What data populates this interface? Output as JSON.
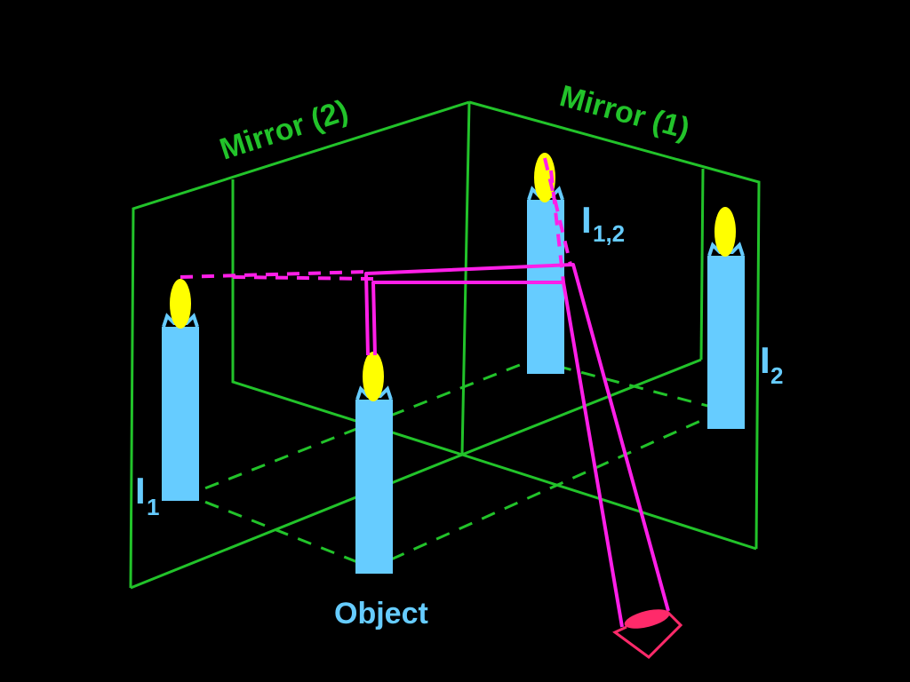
{
  "labels": {
    "mirror2": "Mirror (2)",
    "mirror1": "Mirror (1)",
    "object": "Object",
    "image1_main": "I",
    "image1_sub": "1",
    "image2_main": "I",
    "image2_sub": "2",
    "image12_main": "I",
    "image12_sub": "1,2"
  },
  "colors": {
    "background": "#000000",
    "mirror": "#22c32a",
    "candle": "#66ccff",
    "flame": "#ffff00",
    "ray": "#ff1fe8",
    "eye": "#ff2a6a",
    "label_blue": "#66ccff",
    "label_green": "#22c32a"
  }
}
